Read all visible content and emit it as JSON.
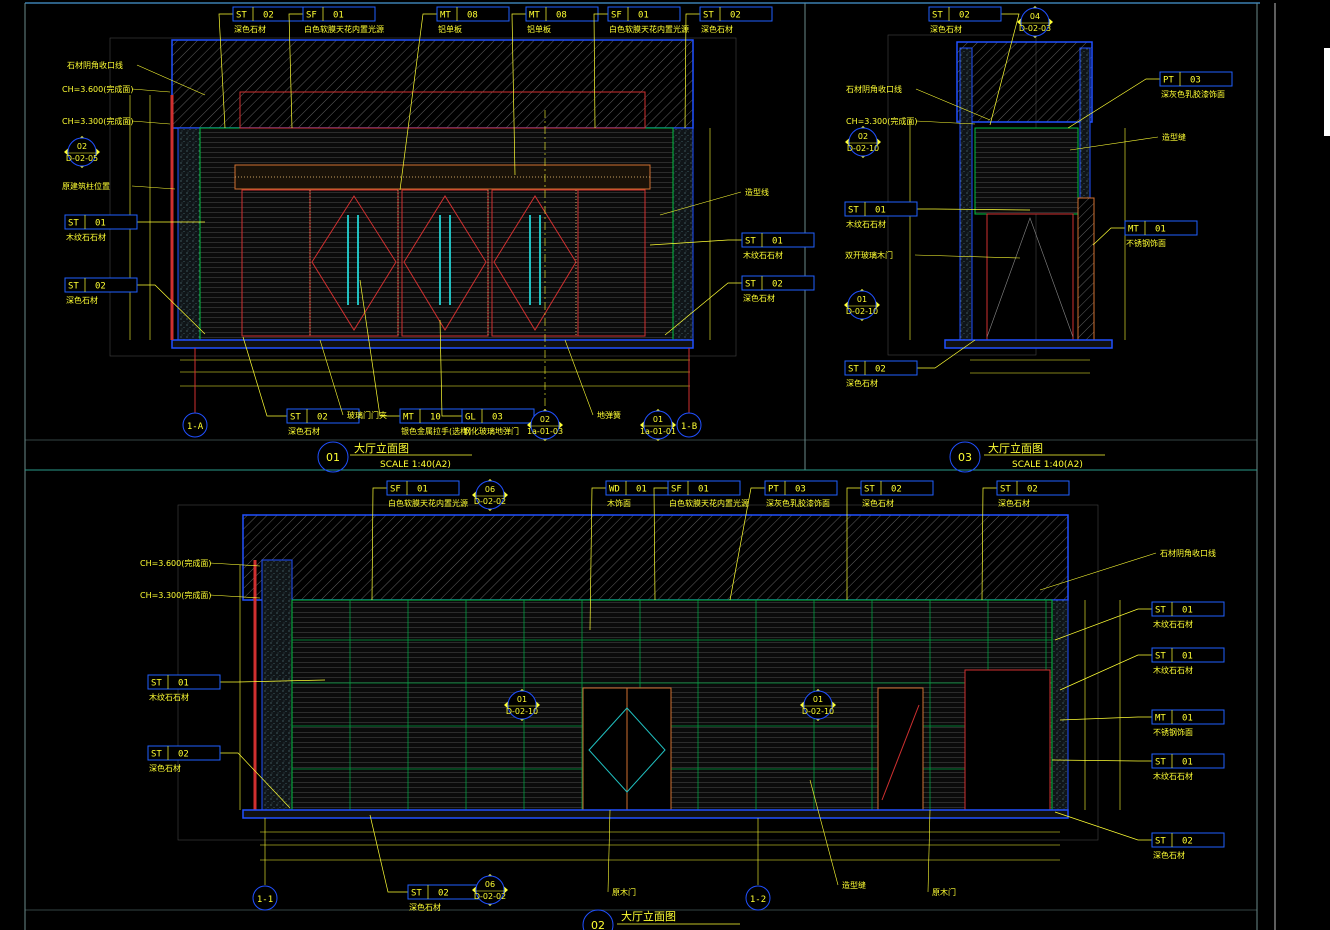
{
  "elevation01": {
    "number": "01",
    "title": "大厅立面图",
    "scale": "SCALE    1:40(A2)",
    "grid_left": "1-A",
    "grid_right": "1-B",
    "tags": [
      {
        "code": "ST",
        "num": "02",
        "desc": "深色石材"
      },
      {
        "code": "SF",
        "num": "01",
        "desc": "白色软膜天花内置光源"
      },
      {
        "code": "MT",
        "num": "08",
        "desc": "铝单板"
      },
      {
        "code": "MT",
        "num": "08",
        "desc": "铝单板"
      },
      {
        "code": "SF",
        "num": "01",
        "desc": "白色软膜天花内置光源"
      },
      {
        "code": "ST",
        "num": "02",
        "desc": "深色石材"
      },
      {
        "code": "ST",
        "num": "01",
        "desc": "木纹石石材"
      },
      {
        "code": "ST",
        "num": "02",
        "desc": "深色石材"
      },
      {
        "code": "ST",
        "num": "01",
        "desc": "木纹石石材"
      },
      {
        "code": "ST",
        "num": "02",
        "desc": "深色石材"
      },
      {
        "code": "ST",
        "num": "02",
        "desc": "深色石材"
      },
      {
        "code": "MT",
        "num": "10",
        "desc": "银色金属拉手(选样)"
      },
      {
        "code": "GL",
        "num": "03",
        "desc": "钢化玻璃地弹门"
      }
    ],
    "notes": [
      "石材阴角收口线",
      "CH=3.600(完成面)",
      "CH=3.300(完成面)",
      "原建筑柱位置",
      "玻璃门门夹",
      "地弹簧",
      "造型线"
    ],
    "markers": [
      {
        "top": "02",
        "bottom": "D-02-05"
      },
      {
        "top": "02",
        "bottom": "1a-01-03"
      },
      {
        "top": "01",
        "bottom": "1a-01-01"
      }
    ]
  },
  "elevation03": {
    "number": "03",
    "title": "大厅立面图",
    "scale": "SCALE    1:40(A2)",
    "tags": [
      {
        "code": "ST",
        "num": "02",
        "desc": "深色石材"
      },
      {
        "code": "PT",
        "num": "03",
        "desc": "深灰色乳胶漆饰面"
      },
      {
        "code": "ST",
        "num": "01",
        "desc": "木纹石石材"
      },
      {
        "code": "MT",
        "num": "01",
        "desc": "不锈钢饰面"
      },
      {
        "code": "ST",
        "num": "02",
        "desc": "深色石材"
      }
    ],
    "notes": [
      "石材阴角收口线",
      "CH=3.300(完成面)",
      "造型缝",
      "双开玻璃木门"
    ],
    "markers": [
      {
        "top": "04",
        "bottom": "D-02-03"
      },
      {
        "top": "02",
        "bottom": "D-02-10"
      },
      {
        "top": "01",
        "bottom": "D-02-10"
      }
    ]
  },
  "elevation02": {
    "number": "02",
    "title": "大厅立面图",
    "grid_left": "1-1",
    "grid_right": "1-2",
    "tags": [
      {
        "code": "SF",
        "num": "01",
        "desc": "白色软膜天花内置光源"
      },
      {
        "code": "WD",
        "num": "01",
        "desc": "木饰面"
      },
      {
        "code": "SF",
        "num": "01",
        "desc": "白色软膜天花内置光源"
      },
      {
        "code": "PT",
        "num": "03",
        "desc": "深灰色乳胶漆饰面"
      },
      {
        "code": "ST",
        "num": "02",
        "desc": "深色石材"
      },
      {
        "code": "ST",
        "num": "02",
        "desc": "深色石材"
      },
      {
        "code": "ST",
        "num": "01",
        "desc": "木纹石石材"
      },
      {
        "code": "ST",
        "num": "02",
        "desc": "深色石材"
      },
      {
        "code": "ST",
        "num": "01",
        "desc": "木纹石石材"
      },
      {
        "code": "ST",
        "num": "01",
        "desc": "木纹石石材"
      },
      {
        "code": "MT",
        "num": "01",
        "desc": "不锈钢饰面"
      },
      {
        "code": "ST",
        "num": "01",
        "desc": "木纹石石材"
      },
      {
        "code": "ST",
        "num": "02",
        "desc": "深色石材"
      },
      {
        "code": "ST",
        "num": "02",
        "desc": "深色石材"
      }
    ],
    "notes": [
      "石材阴角收口线",
      "CH=3.600(完成面)",
      "CH=3.300(完成面)",
      "原木门",
      "造型缝",
      "原木门"
    ],
    "markers": [
      {
        "top": "06",
        "bottom": "D-02-02"
      },
      {
        "top": "06",
        "bottom": "D-02-02"
      },
      {
        "top": "01",
        "bottom": "D-02-10"
      },
      {
        "top": "01",
        "bottom": "D-02-10"
      }
    ]
  }
}
